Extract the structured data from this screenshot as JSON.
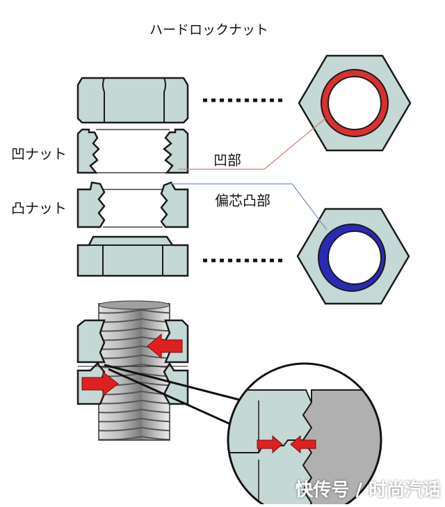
{
  "title": "ハードロックナット",
  "labels": {
    "concave_nut": "凹ナット",
    "convex_nut": "凸ナット",
    "concave_part": "凹部",
    "eccentric_convex_part": "偏芯凸部"
  },
  "watermark": "快传号 / 时尚汽话",
  "colors": {
    "nut_fill": "#c4d8d6",
    "nut_stroke": "#1a1a1a",
    "ring_red": "#d93030",
    "ring_blue": "#2a2ab8",
    "arrow_red": "#e02020",
    "leader_red": "#d08070",
    "leader_blue": "#7090c0",
    "bolt_gray": "#b8b8b8"
  },
  "icons": [
    "red-arrow-icon",
    "dotted-line"
  ]
}
